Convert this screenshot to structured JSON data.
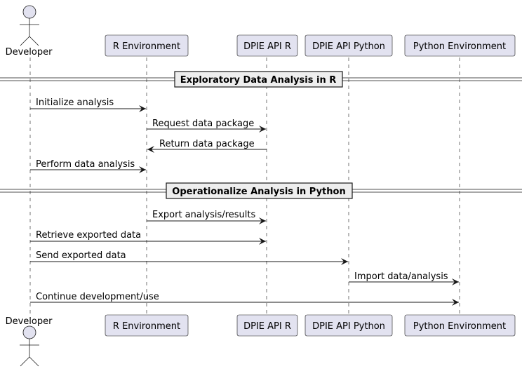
{
  "participants": {
    "developer": "Developer",
    "r_env": "R Environment",
    "api_r": "DPIE API R",
    "api_py": "DPIE API Python",
    "py_env": "Python Environment"
  },
  "groups": [
    "Exploratory Data Analysis in R",
    "Operationalize Analysis in Python"
  ],
  "messages": [
    "Initialize analysis",
    "Request data package",
    "Return data package",
    "Perform data analysis",
    "Export analysis/results",
    "Retrieve exported data",
    "Send exported data",
    "Import data/analysis",
    "Continue development/use"
  ],
  "colors": {
    "box_fill": "#E2E2F0",
    "box_stroke": "#181818",
    "divider_fill": "#EEEEEE",
    "line": "#181818"
  }
}
